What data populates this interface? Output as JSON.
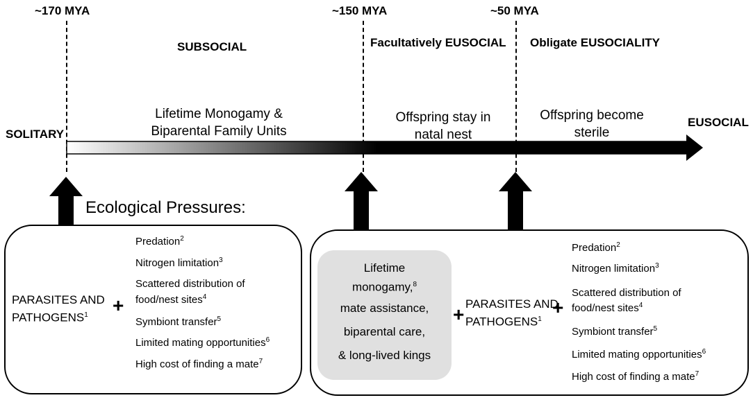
{
  "timeline": {
    "mya_170": "~170 MYA",
    "mya_150": "~150 MYA",
    "mya_50": "~50 MYA",
    "stage_subsocial": "SUBSOCIAL",
    "stage_facultative": "Facultatively EUSOCIAL",
    "stage_obligate": "Obligate EUSOCIALITY",
    "start_label": "SOLITARY",
    "end_label": "EUSOCIAL",
    "desc_1_line1": "Lifetime Monogamy &",
    "desc_1_line2": "Biparental Family Units",
    "desc_2_line1": "Offspring stay in",
    "desc_2_line2": "natal nest",
    "desc_3_line1": "Offspring become",
    "desc_3_line2": "sterile"
  },
  "ecological_pressures_title": "Ecological Pressures:",
  "left_box": {
    "main_line1": "PARASITES AND",
    "main_line2": "PATHOGENS",
    "main_sup": "1",
    "plus": "+",
    "items": [
      {
        "text": "Predation",
        "sup": "2"
      },
      {
        "text": "Nitrogen limitation",
        "sup": "3"
      },
      {
        "text": "Scattered distribution of",
        "sup": ""
      },
      {
        "text": "food/nest sites",
        "sup": "4"
      },
      {
        "text": "Symbiont transfer",
        "sup": "5"
      },
      {
        "text": "Limited mating opportunities",
        "sup": "6"
      },
      {
        "text": "High cost of finding a mate",
        "sup": "7"
      }
    ]
  },
  "right_box": {
    "gray_line1": "Lifetime",
    "gray_line2": "monogamy,",
    "gray_sup": "8",
    "gray_line3": "mate assistance,",
    "gray_line4": "biparental care,",
    "gray_line5": "& long-lived kings",
    "plus1": "+",
    "main_line1": "PARASITES AND",
    "main_line2": "PATHOGENS",
    "main_sup": "1",
    "plus2": "+",
    "items": [
      {
        "text": "Predation",
        "sup": "2"
      },
      {
        "text": "Nitrogen limitation",
        "sup": "3"
      },
      {
        "text": "Scattered distribution of",
        "sup": ""
      },
      {
        "text": "food/nest sites",
        "sup": "4"
      },
      {
        "text": "Symbiont transfer",
        "sup": "5"
      },
      {
        "text": "Limited mating opportunities",
        "sup": "6"
      },
      {
        "text": "High cost of finding a mate",
        "sup": "7"
      }
    ]
  }
}
